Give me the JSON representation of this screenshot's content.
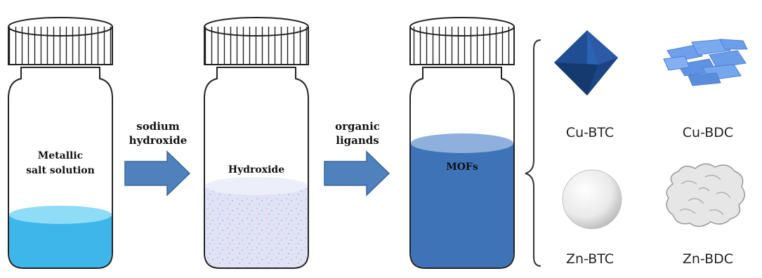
{
  "vials": [
    {
      "label_line1": "Metallic",
      "label_line2": "salt solution",
      "liquid_color": "#3fb6ea"
    },
    {
      "label": "Hydroxide",
      "liquid_color": "#d7dcf2"
    },
    {
      "label": "MOFs",
      "liquid_color": "#3f73b8"
    }
  ],
  "arrows": [
    {
      "line1": "sodium",
      "line2": "hydroxide"
    },
    {
      "line1": "organic",
      "line2": "ligands"
    }
  ],
  "arrow_color": "#4f81bd",
  "products": [
    {
      "label": "Cu-BTC",
      "icon": "octahedron-icon"
    },
    {
      "label": "Cu-BDC",
      "icon": "sheets-icon"
    },
    {
      "label": "Zn-BTC",
      "icon": "sphere-icon"
    },
    {
      "label": "Zn-BDC",
      "icon": "rough-particle-icon"
    }
  ]
}
